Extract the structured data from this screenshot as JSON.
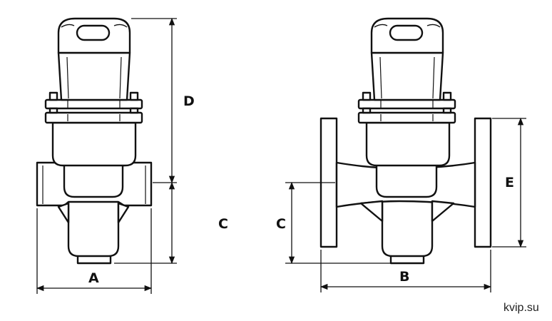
{
  "colors": {
    "line": "#111111",
    "fill": "#ffffff",
    "background": "#ffffff"
  },
  "labels": {
    "left_width": "A",
    "left_upper_height": "D",
    "middle_height": "C",
    "right_lower_height": "C",
    "right_width": "B",
    "right_flange_height": "E"
  },
  "watermark": "kvip.su"
}
